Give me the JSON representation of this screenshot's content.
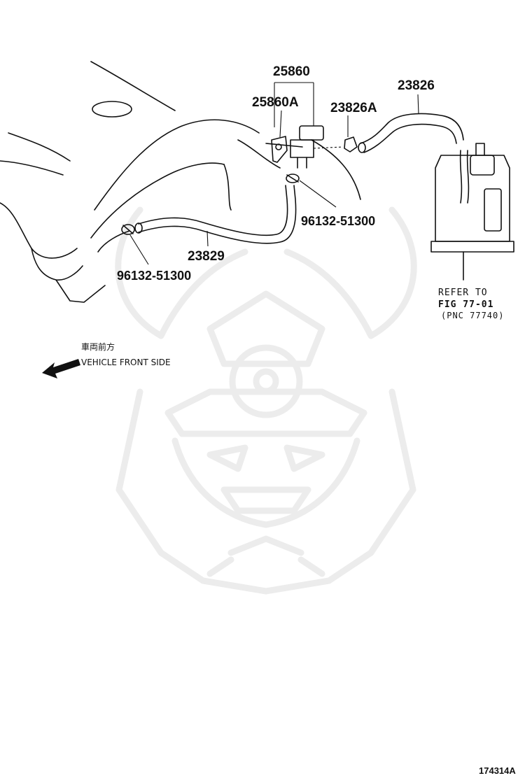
{
  "diagram": {
    "parts": {
      "p25860": "25860",
      "p25860A": "25860A",
      "p23826A": "23826A",
      "p23826": "23826",
      "p96132_upper": "96132-51300",
      "p23829": "23829",
      "p96132_lower": "96132-51300"
    },
    "refer_note": {
      "line1": "REFER TO",
      "line2": "FIG 77-01",
      "line3": "(PNC 77740)"
    },
    "direction": {
      "japanese": "車両前方",
      "english": "VEHICLE FRONT SIDE"
    },
    "figure_number": "174314A"
  }
}
